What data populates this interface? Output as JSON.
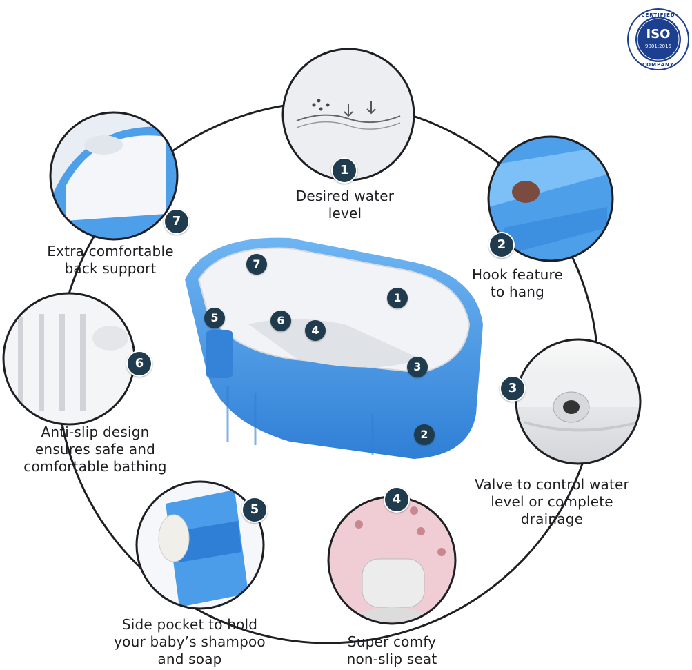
{
  "features": [
    {
      "number": "1",
      "lines": [
        "Desired water",
        "level"
      ]
    },
    {
      "number": "2",
      "lines": [
        "Hook feature",
        "to hang"
      ]
    },
    {
      "number": "3",
      "lines": [
        "Valve to control water",
        "level or complete",
        "drainage"
      ]
    },
    {
      "number": "4",
      "lines": [
        "Super comfy",
        "non-slip seat"
      ]
    },
    {
      "number": "5",
      "lines": [
        "Side pocket to hold",
        "your baby’s shampoo",
        "and soap"
      ]
    },
    {
      "number": "6",
      "lines": [
        "Anti-slip design",
        "ensures safe and",
        "comfortable bathing"
      ]
    },
    {
      "number": "7",
      "lines": [
        "Extra comfortable",
        "back support"
      ]
    }
  ],
  "tub_markers": [
    "7",
    "1",
    "5",
    "6",
    "4",
    "3",
    "2"
  ],
  "certification": {
    "arc_top": "CERTIFIED",
    "mark": "ISO",
    "standard": "9001:2015",
    "arc_bottom": "COMPANY"
  },
  "colors": {
    "badge": "#1f3b4d",
    "tub_blue": "#3d8fe0",
    "tub_inner": "#f1f3f6",
    "outline": "#1d1f22",
    "iso_blue": "#1d3f8f"
  }
}
